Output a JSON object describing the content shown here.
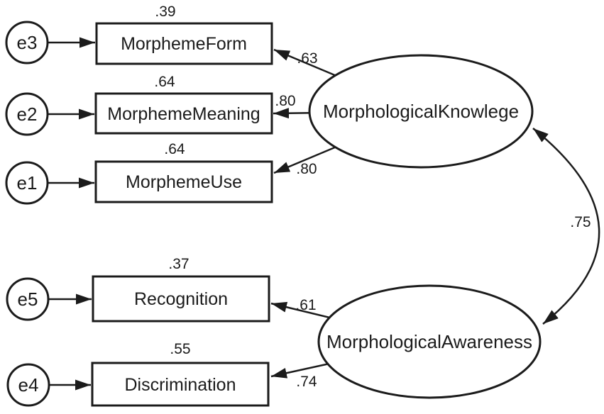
{
  "diagram": {
    "type": "sem-path-diagram",
    "latent": [
      {
        "label": "MorphologicalKnowlege"
      },
      {
        "label": "MorphologicalAwareness"
      }
    ],
    "observed": [
      {
        "label": "MorphemeForm",
        "r2": ".39",
        "loading": ".63",
        "error": "e3"
      },
      {
        "label": "MorphemeMeaning",
        "r2": ".64",
        "loading": ".80",
        "error": "e2"
      },
      {
        "label": "MorphemeUse",
        "r2": ".64",
        "loading": ".80",
        "error": "e1"
      },
      {
        "label": "Recognition",
        "r2": ".37",
        "loading": ".61",
        "error": "e5"
      },
      {
        "label": "Discrimination",
        "r2": ".55",
        "loading": ".74",
        "error": "e4"
      }
    ],
    "covariance": {
      "label": ".75"
    },
    "colors": {
      "stroke": "#1b1b1b",
      "background": "#ffffff"
    }
  }
}
